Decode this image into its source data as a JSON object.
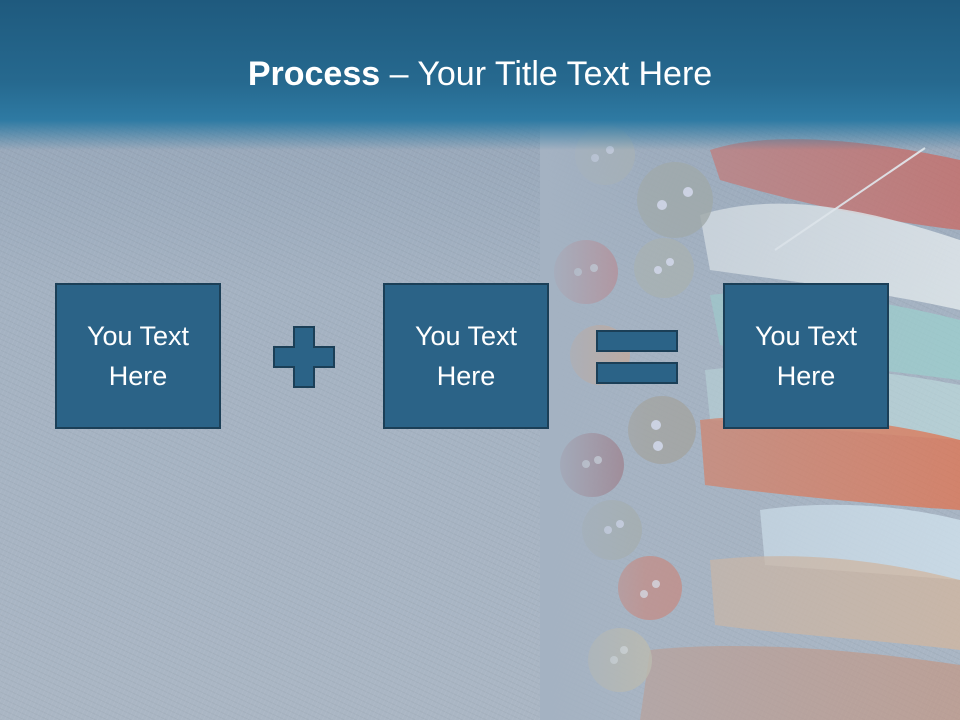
{
  "slide": {
    "title_bold": "Process",
    "title_rest": " – Your Title Text Here",
    "boxes": [
      {
        "text": "You Text Here"
      },
      {
        "text": "You Text Here"
      },
      {
        "text": "You Text Here"
      }
    ],
    "operators": {
      "plus": "plus-sign",
      "equals": "equals-sign"
    },
    "colors": {
      "header": "#26698f",
      "box_fill": "#2b6387",
      "box_border": "#1b3f57",
      "text": "#ffffff"
    }
  }
}
